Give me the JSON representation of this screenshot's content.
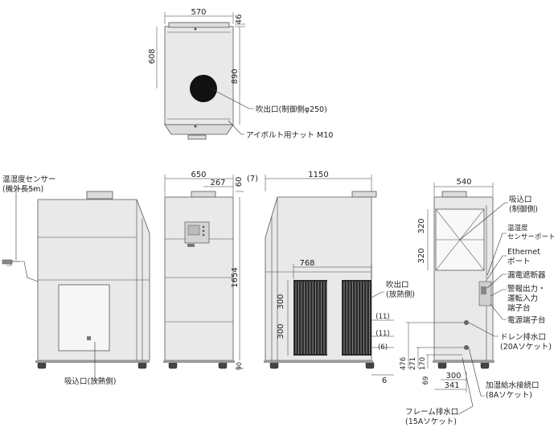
{
  "top_view": {
    "dims": {
      "width": "570",
      "top_margin": "46",
      "fan_offset": "608",
      "depth": "890"
    },
    "labels": {
      "outlet": "吹出口(制御側φ250)",
      "eyebolt": "アイボルト用ナット M10"
    }
  },
  "front_view": {
    "labels": {
      "sensor_line1": "温湿度センサー",
      "sensor_line2": "(機外長5m)",
      "intake": "吸込口(放熱側)"
    }
  },
  "side_view": {
    "dims": {
      "width": "650",
      "offset": "267",
      "height_top": "60",
      "height": "1654",
      "bottom": "90"
    }
  },
  "rear_view": {
    "dims": {
      "offset": "(7)",
      "width": "1150",
      "vent_width": "768",
      "vent_h1": "300",
      "vent_h2": "300",
      "gap1": "(11)",
      "gap2": "(11)",
      "gap3": "(6)",
      "bottom": "6"
    },
    "labels": {
      "outlet_line1": "吹出口",
      "outlet_line2": "(放熱側)"
    }
  },
  "right_view": {
    "dims": {
      "width": "540",
      "h320a": "320",
      "h320b": "320",
      "h476": "476",
      "h271": "271",
      "h170": "170",
      "h69": "69",
      "w300": "300",
      "w341": "341"
    },
    "labels": {
      "intake_line1": "吸込口",
      "intake_line2": "(制御側)",
      "sensor_port_line1": "温湿度",
      "sensor_port_line2": "センサーポート",
      "ethernet_line1": "Ethernet",
      "ethernet_line2": "ポート",
      "breaker": "漏電遮断器",
      "alarm_line1": "警報出力・",
      "alarm_line2": "運転入力",
      "alarm_line3": "端子台",
      "power_terminal": "電源端子台",
      "drain_line1": "ドレン排水口",
      "drain_line2": "(20Aソケット)",
      "humid_line1": "加湿給水接続口",
      "humid_line2": "(8Aソケット)",
      "frame_drain_line1": "フレーム排水口",
      "frame_drain_line2": "(15Aソケット)"
    }
  }
}
